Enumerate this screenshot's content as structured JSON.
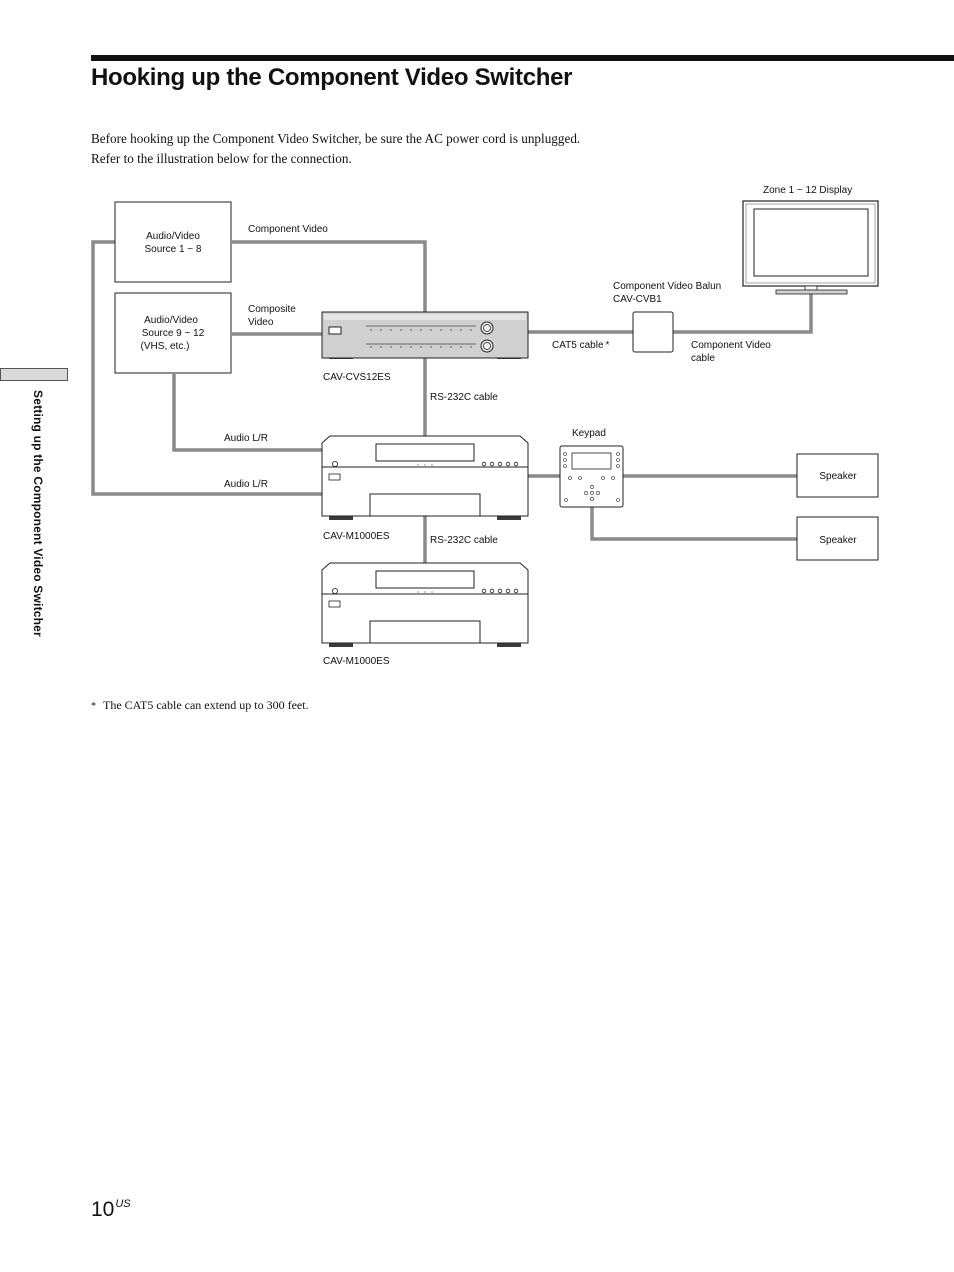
{
  "title": "Hooking up the Component Video Switcher",
  "intro": {
    "line1": "Before hooking up the Component Video Switcher, be sure the AC power cord is unplugged.",
    "line2": "Refer to the illustration below for the connection."
  },
  "side_label": "Setting up the Component Video Switcher",
  "diagram": {
    "source1_line1": "Audio/Video",
    "source1_line2": "Source 1 ~ 8",
    "source2_line1": "Audio/Video",
    "source2_line2": "Source 9 ~ 12",
    "source2_line3": "(VHS, etc.)",
    "component_video": "Component Video",
    "composite_line1": "Composite",
    "composite_line2": "Video",
    "switcher_label": "CAV-CVS12ES",
    "display_label": "Zone 1 ~ 12 Display",
    "balun_line1": "Component Video Balun",
    "balun_line2": "CAV-CVB1",
    "cat5_label": "CAT5 cable",
    "asterisk": "*",
    "cv_cable_line1": "Component Video",
    "cv_cable_line2": "cable",
    "rs232_1": "RS-232C cable",
    "audio_lr_1": "Audio L/R",
    "audio_lr_2": "Audio L/R",
    "keypad_label": "Keypad",
    "speaker_1": "Speaker",
    "speaker_2": "Speaker",
    "amp1_label": "CAV-M1000ES",
    "rs232_2": "RS-232C cable",
    "amp2_label": "CAV-M1000ES"
  },
  "footnote": {
    "mark": "*",
    "text": "The CAT5 cable can extend up to 300 feet."
  },
  "page_number": "10",
  "page_suffix": "US"
}
